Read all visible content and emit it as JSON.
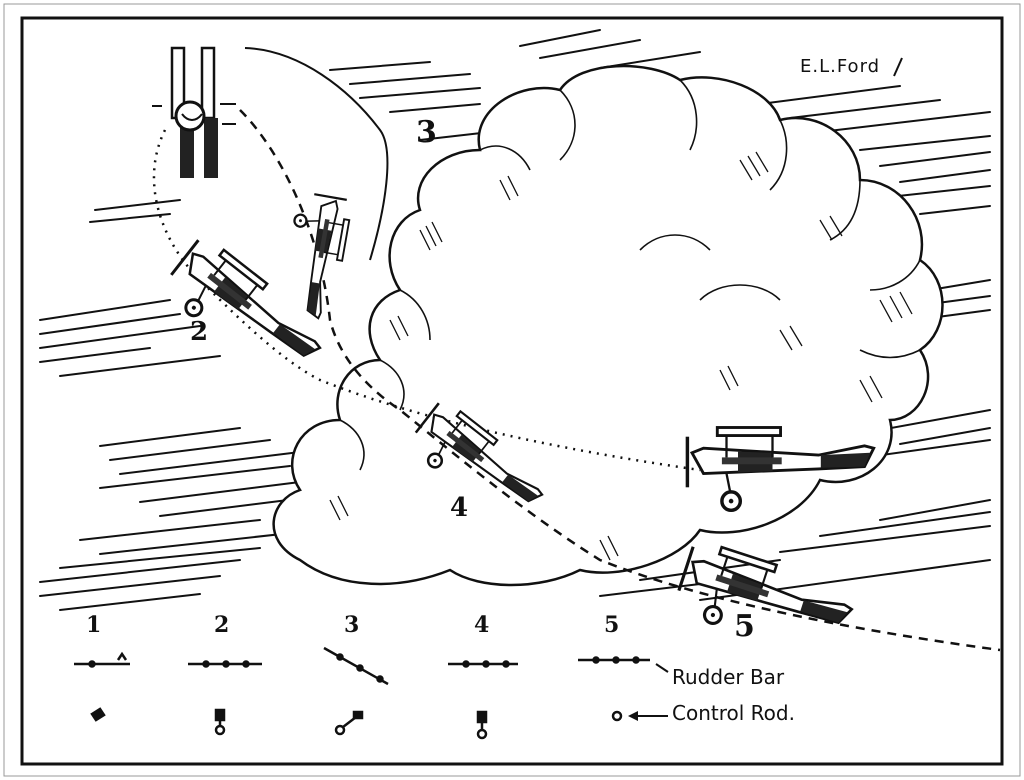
{
  "signature": "E.L.Ford",
  "maneuver_labels": {
    "p2": "2",
    "p3": "3",
    "p4": "4",
    "p5": "5"
  },
  "legend": {
    "numbers": [
      "1",
      "2",
      "3",
      "4",
      "5"
    ],
    "rudder_bar_label": "Rudder Bar",
    "control_rod_label": "Control Rod."
  },
  "colors": {
    "ink": "#111111",
    "paper": "#ffffff"
  }
}
